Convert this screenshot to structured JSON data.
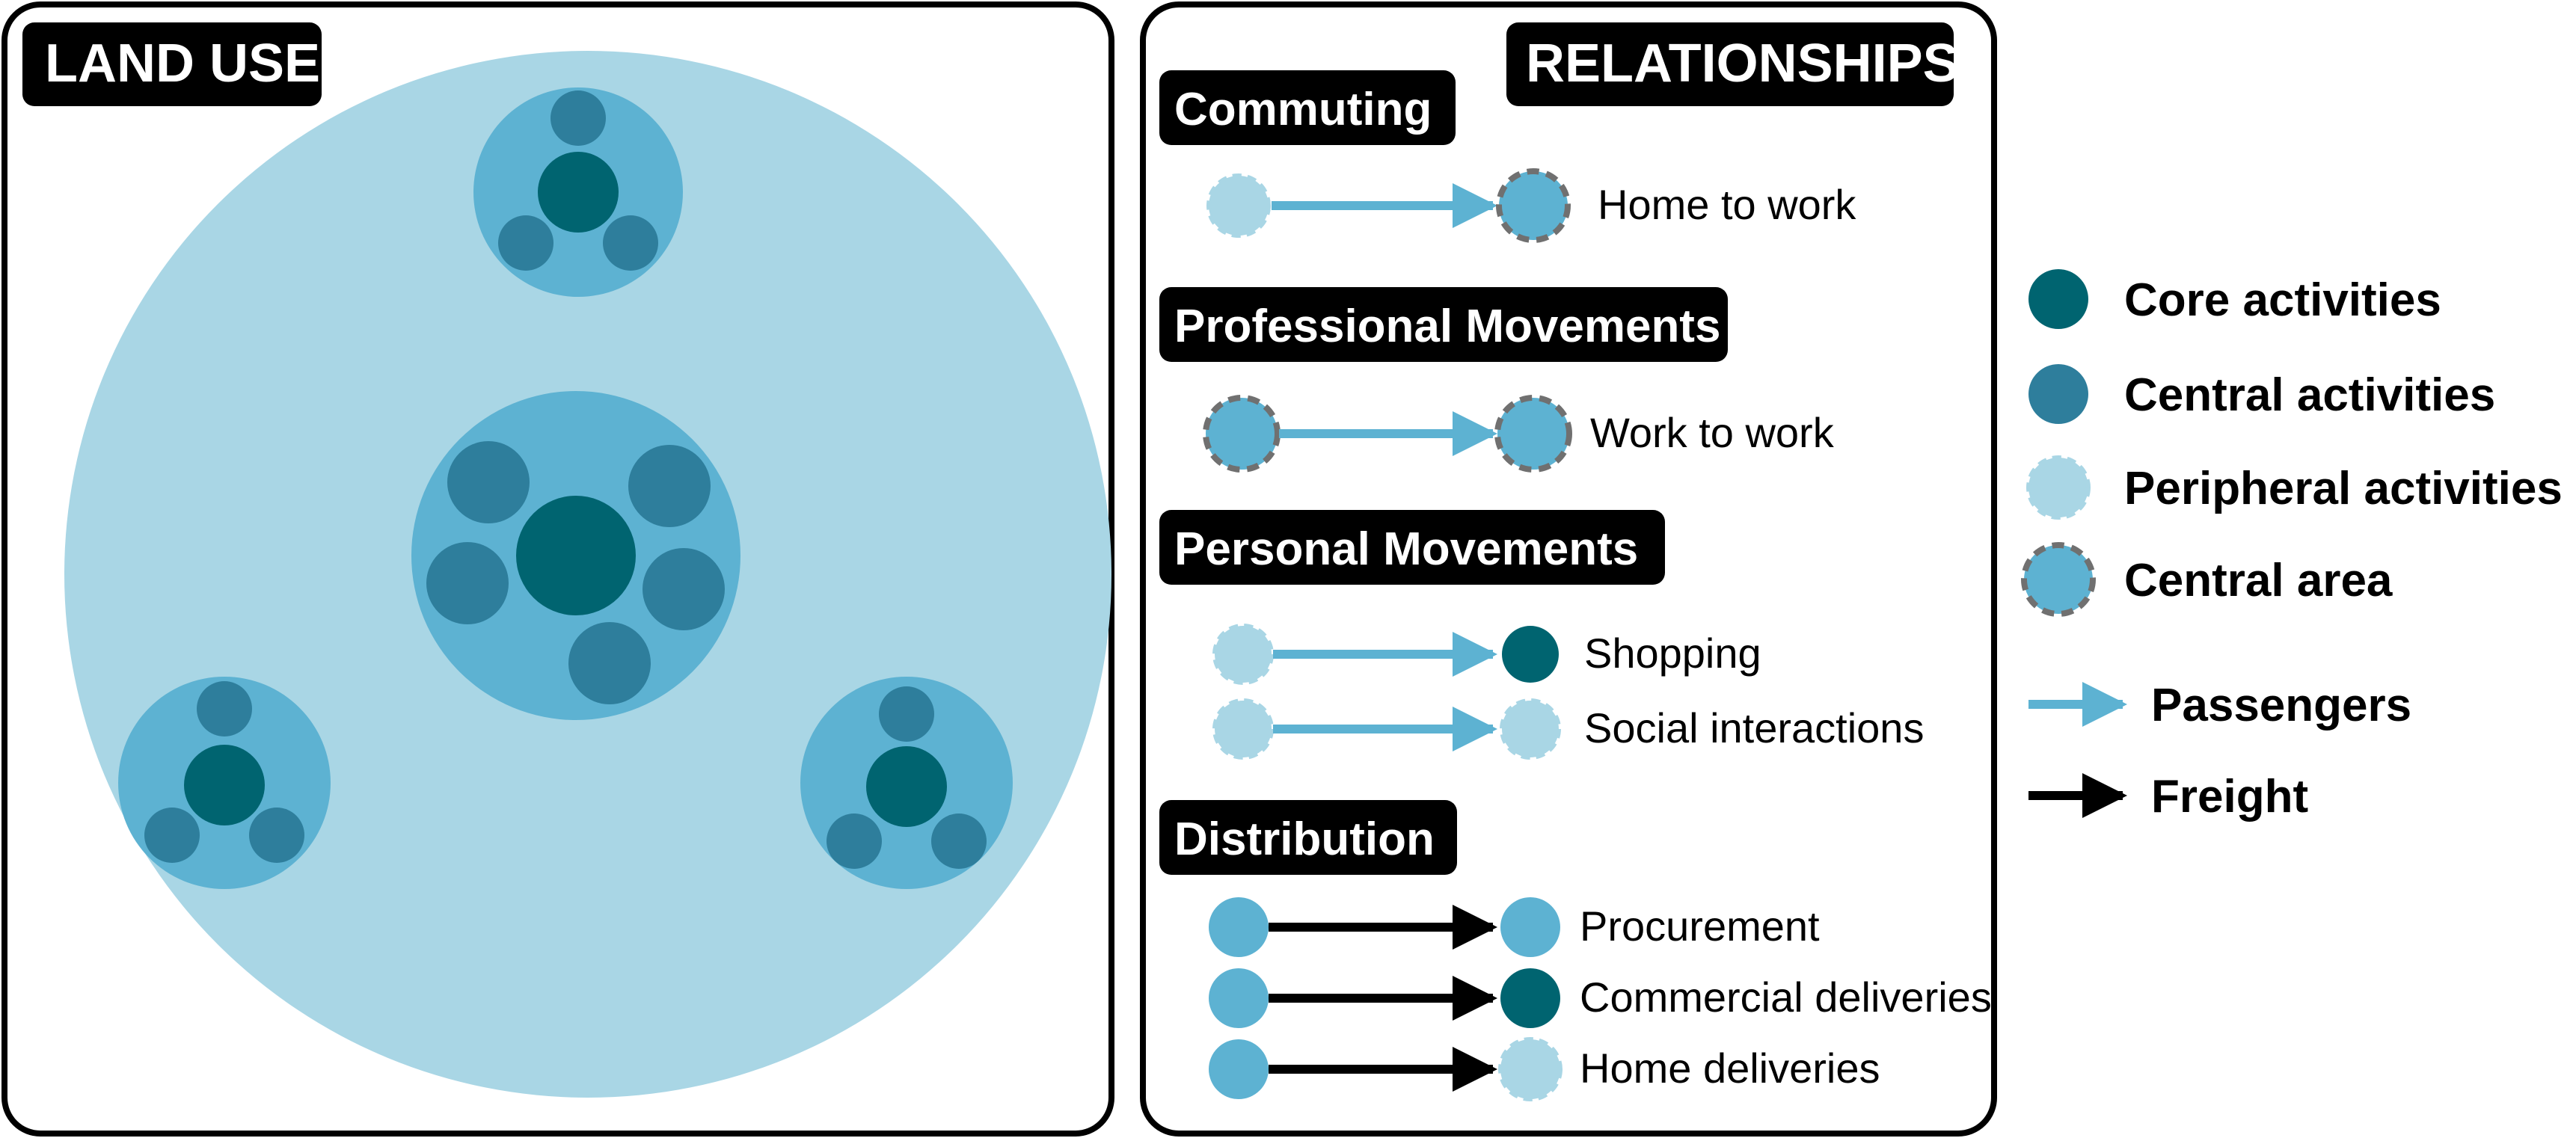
{
  "colors": {
    "core": "#006470",
    "central": "#2e7e9c",
    "peripheral": "#a9d6e5",
    "area": "#5db2d2",
    "passengers_arrow": "#5db2d2",
    "freight_arrow": "#000000",
    "dash_stroke": "#707070",
    "panel_border": "#000000",
    "tag_bg": "#000000",
    "tag_text": "#ffffff"
  },
  "land_use": {
    "title": "LAND USE"
  },
  "relationships": {
    "title": "RELATIONSHIPS",
    "groups": [
      {
        "title": "Commuting",
        "rows": [
          {
            "from": "peripheral",
            "to": "area",
            "arrow": "passengers",
            "label": "Home to work"
          }
        ]
      },
      {
        "title": "Professional Movements",
        "rows": [
          {
            "from": "area",
            "to": "area",
            "arrow": "passengers",
            "label": "Work to work"
          }
        ]
      },
      {
        "title": "Personal Movements",
        "rows": [
          {
            "from": "peripheral",
            "to": "core",
            "arrow": "passengers",
            "label": "Shopping"
          },
          {
            "from": "peripheral",
            "to": "peripheral",
            "arrow": "passengers",
            "label": "Social interactions"
          }
        ]
      },
      {
        "title": "Distribution",
        "rows": [
          {
            "from": "area_plain",
            "to": "area_plain",
            "arrow": "freight",
            "label": "Procurement"
          },
          {
            "from": "area_plain",
            "to": "core",
            "arrow": "freight",
            "label": "Commercial deliveries"
          },
          {
            "from": "area_plain",
            "to": "peripheral",
            "arrow": "freight",
            "label": "Home deliveries"
          }
        ]
      }
    ]
  },
  "legend": {
    "items": [
      {
        "symbol": "core",
        "label": "Core activities"
      },
      {
        "symbol": "central",
        "label": "Central activities"
      },
      {
        "symbol": "peripheral",
        "label": "Peripheral activities"
      },
      {
        "symbol": "area",
        "label": "Central area"
      },
      {
        "symbol": "passengers",
        "label": "Passengers"
      },
      {
        "symbol": "freight",
        "label": "Freight"
      }
    ]
  }
}
